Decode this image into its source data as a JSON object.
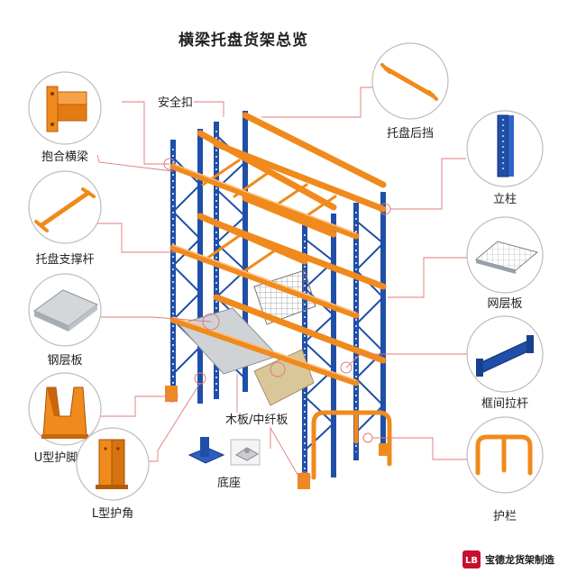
{
  "title": "横梁托盘货架总览",
  "labels": {
    "beam": "抱合横梁",
    "pallet_support": "托盘支撑杆",
    "steel_deck": "钢层板",
    "u_guard": "U型护脚",
    "l_guard": "L型护角",
    "safety_lock": "安全扣",
    "wood_board": "木板/中纤板",
    "base_plate": "底座",
    "pallet_stop": "托盘后挡",
    "upright": "立柱",
    "wire_deck": "网层板",
    "frame_brace": "框间拉杆",
    "guardrail": "护栏"
  },
  "brand": {
    "logo_letters": "LB",
    "name": "宝德龙货架制造"
  },
  "colors": {
    "upright_blue": "#1f4fa8",
    "beam_orange": "#f08a1c",
    "leader_line": "#e07a7a",
    "circle_border": "#bdbdbd",
    "brand_red": "#c8102e"
  }
}
